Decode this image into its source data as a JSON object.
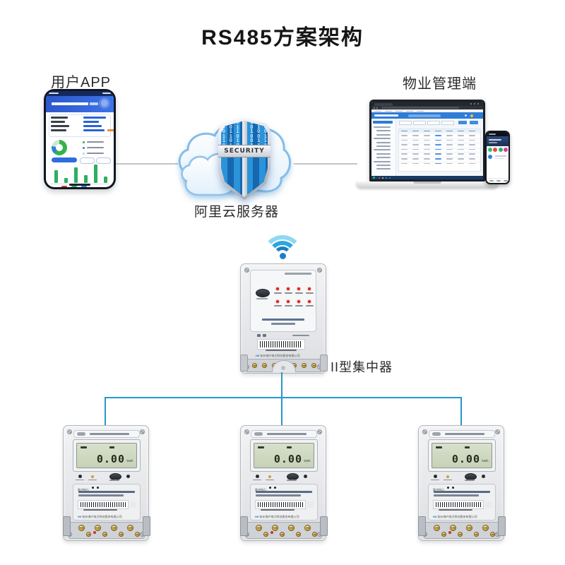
{
  "title": "RS485方案架构",
  "labels": {
    "app": "用户APP",
    "management": "物业管理端",
    "cloud": "阿里云服务器",
    "concentrator": "II型集中器"
  },
  "shield": {
    "text": "SECURITY",
    "binary": "1 0 0 1 1 0 1 0 0 1 1 0 1 0 0 1 1 0 1 0 0 1 1 0 1 0 0 1 1 0 1 0 0 1 1 0 1 0 0 1 1 0 1 0 0 1 1 0 1 0 0 1 1 0 1 0"
  },
  "company": "杭州海兴电力科技股份有限公司",
  "company_logo": "HX",
  "meters": [
    {
      "reading": "0.00",
      "unit": "kWh",
      "pulse_label": "脉冲指示"
    },
    {
      "reading": "0.00",
      "unit": "kWh",
      "pulse_label": "脉冲指示"
    },
    {
      "reading": "0.00",
      "unit": "kWh",
      "pulse_label": "脉冲指示"
    }
  ],
  "colors": {
    "bus_line": "#2598cc",
    "connector_gray": "#c3c3c3",
    "wifi_outer": "#8ed8f3",
    "wifi_mid": "#2aa7e0",
    "wifi_inner": "#1d7dc8",
    "shield_blue": "#2a93da",
    "led_red": "#d3281e",
    "lcd_green": "#cfd9c3",
    "app_header_blue": "#2e5fd2",
    "admin_header_blue": "#2e7cd6",
    "chart_green": "#2fae62"
  }
}
